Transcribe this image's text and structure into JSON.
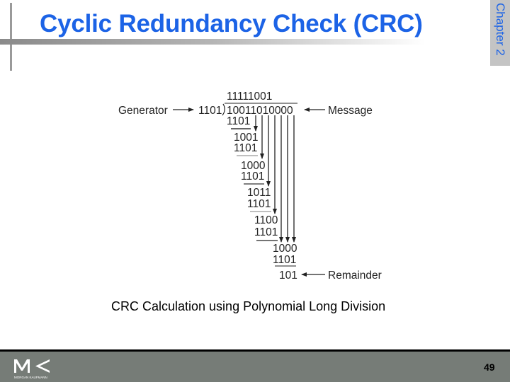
{
  "slide": {
    "title": "Cyclic Redundancy Check (CRC)",
    "chapter_tab": "Chapter 2",
    "caption": "CRC Calculation using Polynomial Long Division",
    "page_number": "49",
    "title_color": "#1c63e6",
    "logo_text": "MK",
    "logo_subtext": "MORGAN KAUFMANN"
  },
  "figure": {
    "generator_label": "Generator",
    "message_label": "Message",
    "remainder_label": "Remainder",
    "divisor": "1101",
    "quotient": "11111001",
    "dividend": "10011010000",
    "steps": [
      "1101",
      "1001",
      "1101",
      "1000",
      "1101",
      "1011",
      "1101",
      "1100",
      "1101",
      "1000",
      "1101"
    ],
    "remainder": "101"
  }
}
